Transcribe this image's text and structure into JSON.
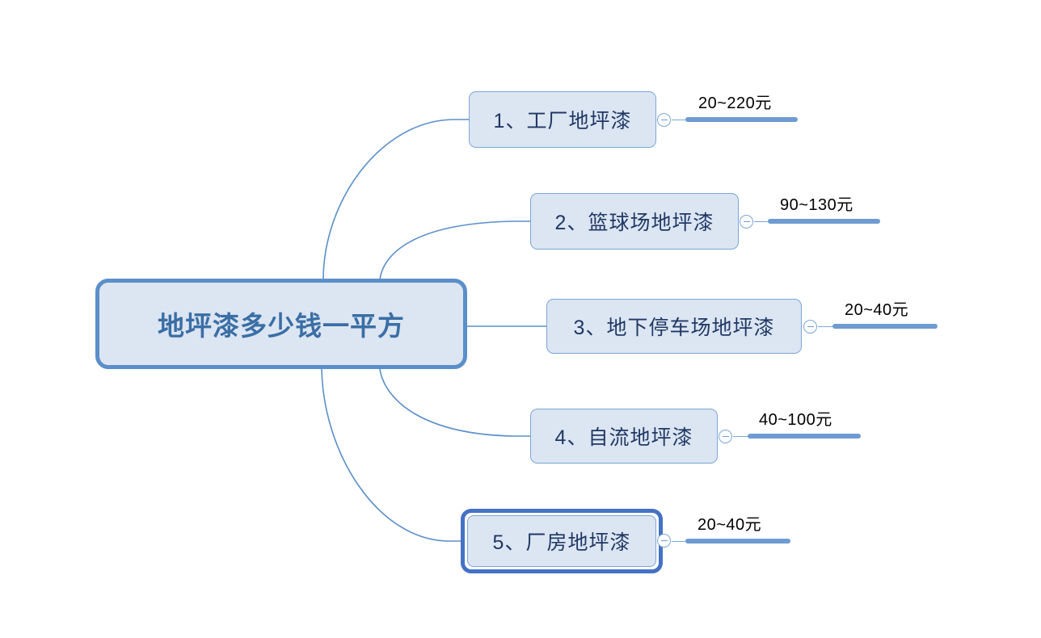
{
  "diagram": {
    "type": "mind-map",
    "orientation": "left-to-right",
    "background_color": "#ffffff",
    "accent_color": "#5b8fc9",
    "node_fill_color": "#dce5f2",
    "node_border_color": "#7ba7d7",
    "root_text_color": "#3a6ea5",
    "child_text_color": "#1f3864",
    "selection_color": "#4472c4",
    "bar_color": "#6e9bd2"
  },
  "root": {
    "label": "地坪漆多少钱一平方"
  },
  "branches": [
    {
      "index": "1",
      "label": "1、工厂地坪漆",
      "price": "20~220元",
      "collapse_icon": "minus-circle-icon",
      "selected": false
    },
    {
      "index": "2",
      "label": "2、篮球场地坪漆",
      "price": "90~130元",
      "collapse_icon": "minus-circle-icon",
      "selected": false
    },
    {
      "index": "3",
      "label": "3、地下停车场地坪漆",
      "price": "20~40元",
      "collapse_icon": "minus-circle-icon",
      "selected": false
    },
    {
      "index": "4",
      "label": "4、自流地坪漆",
      "price": "40~100元",
      "collapse_icon": "minus-circle-icon",
      "selected": false
    },
    {
      "index": "5",
      "label": "5、厂房地坪漆",
      "price": "20~40元",
      "collapse_icon": "minus-circle-icon",
      "selected": true
    }
  ]
}
